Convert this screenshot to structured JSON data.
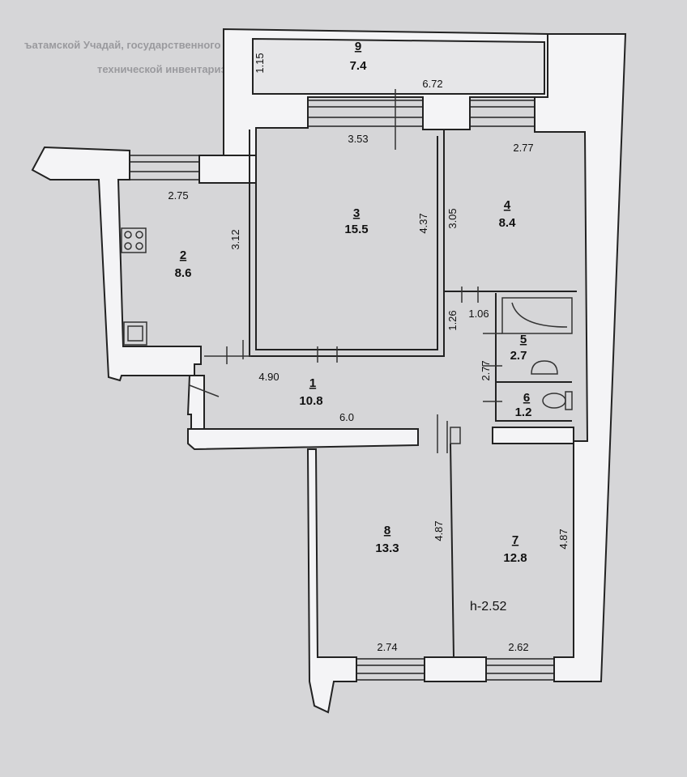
{
  "background_text": {
    "line1": "ъатамской Учадай, государственного учреждения, бюро оригинальных",
    "line2": "технической инвентаризации Республики Башкортостан"
  },
  "rooms": [
    {
      "number": "9",
      "area": "7.4"
    },
    {
      "number": "3",
      "area": "15.5"
    },
    {
      "number": "4",
      "area": "8.4"
    },
    {
      "number": "2",
      "area": "8.6"
    },
    {
      "number": "5",
      "area": "2.7"
    },
    {
      "number": "6",
      "area": "1.2"
    },
    {
      "number": "1",
      "area": "10.8"
    },
    {
      "number": "8",
      "area": "13.3"
    },
    {
      "number": "7",
      "area": "12.8"
    }
  ],
  "dimensions": {
    "d1_15": "1.15",
    "d6_72": "6.72",
    "d3_53": "3.53",
    "d2_77_top": "2.77",
    "d2_75": "2.75",
    "d3_12": "3.12",
    "d4_37": "4.37",
    "d3_05": "3.05",
    "d1_26": "1.26",
    "d1_06": "1.06",
    "d2_77_side": "2.77",
    "d4_90": "4.90",
    "d6_0": "6.0",
    "d4_87_left": "4.87",
    "d4_87_right": "4.87",
    "d2_74": "2.74",
    "d2_62": "2.62"
  },
  "ceiling_height": "h-2.52"
}
